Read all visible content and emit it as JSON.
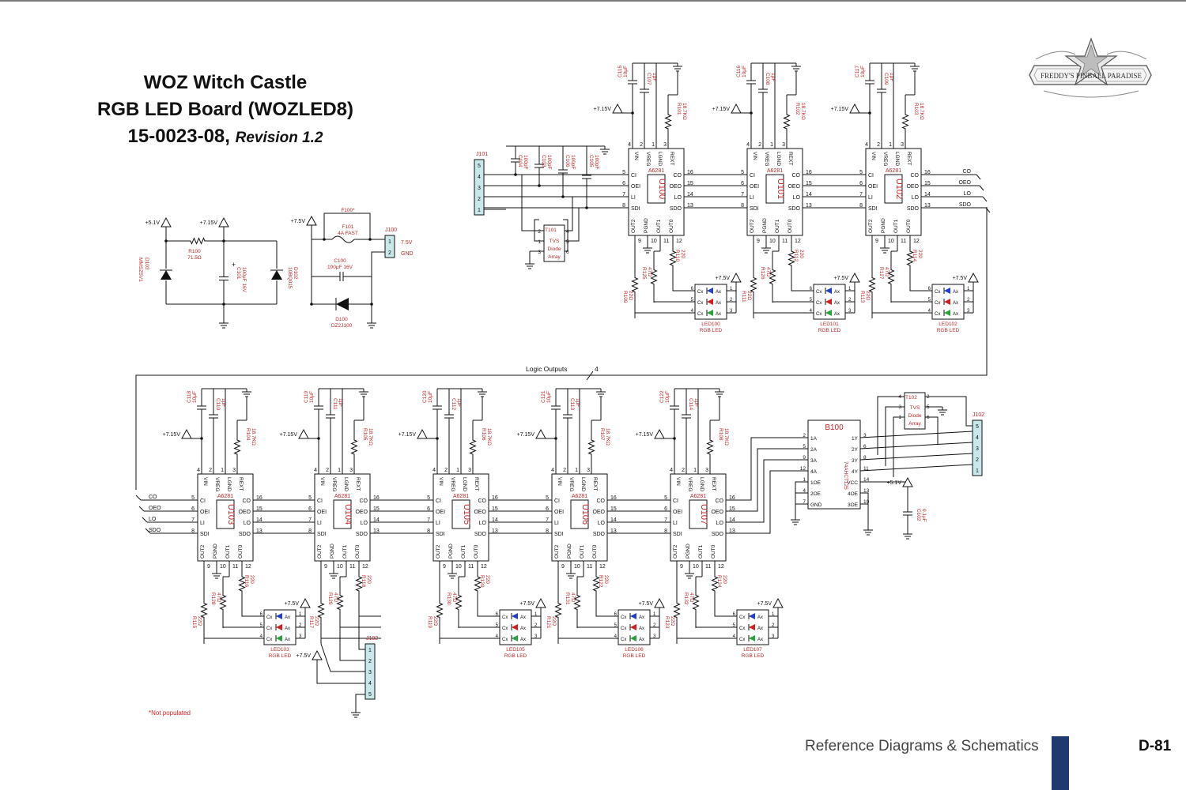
{
  "title": {
    "line1": "WOZ Witch Castle",
    "line2": "RGB LED Board (WOZLED8)",
    "part": "15-0023-08,",
    "revision": "Revision 1.2"
  },
  "logo": {
    "text": "FREDDY'S PINBALL PARADISE"
  },
  "footer": {
    "section": "Reference Diagrams  & Schematics",
    "page": "D-81"
  },
  "note": "*Not populated",
  "bus_label": "Logic Outputs",
  "bus_width": "4",
  "colors": {
    "wire": "#111111",
    "ref": "#c0282b",
    "connector_fill": "#c9e8ea",
    "accent": "#1f3a6e"
  },
  "driver_part": "A6281",
  "driver_pins": {
    "left": [
      {
        "n": "5",
        "l": "CI"
      },
      {
        "n": "6",
        "l": "OEI"
      },
      {
        "n": "7",
        "l": "LI"
      },
      {
        "n": "8",
        "l": "SDI"
      }
    ],
    "right": [
      {
        "n": "16",
        "l": "CO"
      },
      {
        "n": "15",
        "l": "OEO"
      },
      {
        "n": "14",
        "l": "LO"
      },
      {
        "n": "13",
        "l": "SDO"
      }
    ],
    "top": [
      {
        "n": "4",
        "l": "VIN"
      },
      {
        "n": "2",
        "l": "VREG"
      },
      {
        "n": "1",
        "l": "LGND"
      },
      {
        "n": "3",
        "l": "REXT"
      }
    ],
    "bottom": [
      {
        "n": "9",
        "l": "OUT2"
      },
      {
        "n": "10",
        "l": "PGND"
      },
      {
        "n": "11",
        "l": "OUT1"
      },
      {
        "n": "12",
        "l": "OUT0"
      }
    ]
  },
  "drivers": [
    {
      "ref": "U100",
      "led": "LED100",
      "rext": "R101",
      "rext_val": "18.7KΩ",
      "c_reg": "C107",
      "c_reg_val": "1μF",
      "c_in": "C115",
      "c_in_val": "10μF",
      "r0": "R110",
      "r0_val": "220",
      "r1": "R125",
      "r1_val": "47Ω",
      "r2": "R109",
      "r2_val": "22Ω"
    },
    {
      "ref": "U101",
      "led": "LED101",
      "rext": "R102",
      "rext_val": "18.7KΩ",
      "c_reg": "C108",
      "c_reg_val": "1μF",
      "c_in": "C116",
      "c_in_val": "10μF",
      "r0": "R112",
      "r0_val": "220",
      "r1": "R126",
      "r1_val": "47Ω",
      "r2": "R111",
      "r2_val": "22Ω"
    },
    {
      "ref": "U102",
      "led": "LED102",
      "rext": "R103",
      "rext_val": "18.7KΩ",
      "c_reg": "C109",
      "c_reg_val": "1μF",
      "c_in": "C117",
      "c_in_val": "10μF",
      "r0": "R114",
      "r0_val": "220",
      "r1": "R127",
      "r1_val": "47Ω",
      "r2": "R113",
      "r2_val": "22Ω"
    },
    {
      "ref": "U103",
      "led": "LED103",
      "rext": "R104",
      "rext_val": "18.7KΩ",
      "c_reg": "C110",
      "c_reg_val": "1μF",
      "c_in": "C118",
      "c_in_val": "10μF",
      "r0": "R116",
      "r0_val": "220",
      "r1": "R128",
      "r1_val": "47Ω",
      "r2": "R115",
      "r2_val": "22Ω"
    },
    {
      "ref": "U104",
      "led": "",
      "rext": "R105",
      "rext_val": "18.7KΩ",
      "c_reg": "C111",
      "c_reg_val": "1μF",
      "c_in": "C119",
      "c_in_val": "10μF",
      "r0": "R118",
      "r0_val": "220",
      "r1": "R129",
      "r1_val": "47Ω",
      "r2": "R117",
      "r2_val": "22Ω"
    },
    {
      "ref": "U105",
      "led": "LED105",
      "rext": "R106",
      "rext_val": "18.7KΩ",
      "c_reg": "C112",
      "c_reg_val": "1μF",
      "c_in": "C120",
      "c_in_val": "10μF",
      "r0": "R120",
      "r0_val": "220",
      "r1": "R130",
      "r1_val": "47Ω",
      "r2": "R119",
      "r2_val": "22Ω"
    },
    {
      "ref": "U106",
      "led": "LED106",
      "rext": "R107",
      "rext_val": "18.7KΩ",
      "c_reg": "C113",
      "c_reg_val": "1μF",
      "c_in": "C121",
      "c_in_val": "10μF",
      "r0": "R122",
      "r0_val": "220",
      "r1": "R131",
      "r1_val": "47Ω",
      "r2": "R121",
      "r2_val": "22Ω"
    },
    {
      "ref": "U107",
      "led": "LED107",
      "rext": "R108",
      "rext_val": "18.7KΩ",
      "c_reg": "C114",
      "c_reg_val": "1μF",
      "c_in": "C122",
      "c_in_val": "10μF",
      "r0": "R124",
      "r0_val": "220",
      "r1": "R132",
      "r1_val": "47Ω",
      "r2": "R123",
      "r2_val": "22Ω"
    }
  ],
  "led_type": "RGB LED",
  "led_pins": {
    "cathodes": [
      "6",
      "5",
      "4"
    ],
    "anodes": [
      "1",
      "2",
      "3"
    ],
    "cath_label": "Cx",
    "anode_label": "Ax"
  },
  "rail_7v15": "+7.15V",
  "rail_7v5": "+7.5V",
  "rail_5v1": "+5.1V",
  "bus_names": [
    "CO",
    "OEO",
    "LO",
    "SDO"
  ],
  "power": {
    "d103": "D103",
    "d103_val": "MMSZ5V1",
    "r100": "R100",
    "r100_val": "71.5Ω",
    "c101": "C101",
    "c101_val": "100μF 16V",
    "d102": "D102",
    "d102_val": "10BQ015",
    "f100": "F100*",
    "f101": "F101",
    "f101_val": "4A FAST",
    "c100": "C100",
    "c100_val": "100μF 16V",
    "d100": "D100",
    "d100_val": "DZ2J100",
    "j100": "J100",
    "j100_pin1": "7.5V",
    "j100_pin2": "GND"
  },
  "input": {
    "j101": "J101",
    "j101_pins": [
      "5",
      "4",
      "3",
      "2",
      "1"
    ],
    "caps": [
      {
        "ref": "C104",
        "val": "100pF"
      },
      {
        "ref": "C103",
        "val": "100pF"
      },
      {
        "ref": "C106",
        "val": "100pF"
      },
      {
        "ref": "C105",
        "val": "100pF"
      }
    ],
    "tvs": "T101",
    "tvs_label": [
      "TVS",
      "Diode",
      "Array"
    ],
    "tvs_pins_left": [
      "2",
      "1",
      "3"
    ],
    "tvs_pins_right": [
      "4",
      "5",
      "6"
    ]
  },
  "buffer": {
    "ref": "B100",
    "part": "74AHCT125",
    "in_pins": [
      {
        "n": "2",
        "l": "1A"
      },
      {
        "n": "5",
        "l": "2A"
      },
      {
        "n": "9",
        "l": "3A"
      },
      {
        "n": "12",
        "l": "4A"
      },
      {
        "n": "1",
        "l": "1OE"
      },
      {
        "n": "4",
        "l": "2OE"
      },
      {
        "n": "7",
        "l": "GND"
      }
    ],
    "out_pins": [
      {
        "n": "3",
        "l": "1Y"
      },
      {
        "n": "6",
        "l": "2Y"
      },
      {
        "n": "8",
        "l": "3Y"
      },
      {
        "n": "11",
        "l": "4Y"
      },
      {
        "n": "14",
        "l": "VCC"
      },
      {
        "n": "13",
        "l": "4OE"
      },
      {
        "n": "10",
        "l": "3OE"
      }
    ],
    "c102": "C102",
    "c102_val": "0.1μF",
    "tvs": "T102",
    "tvs_label": [
      "TVS",
      "Diode",
      "Array"
    ],
    "tvs_pins_left": [
      "4",
      "3",
      "1"
    ],
    "tvs_pins_right": [
      "2",
      "5",
      "6"
    ],
    "j102": "J102",
    "j102_pins": [
      "5",
      "4",
      "3",
      "2",
      "1"
    ]
  },
  "j192": {
    "ref": "J192",
    "pins": [
      "1",
      "2",
      "3",
      "4",
      "5"
    ]
  }
}
